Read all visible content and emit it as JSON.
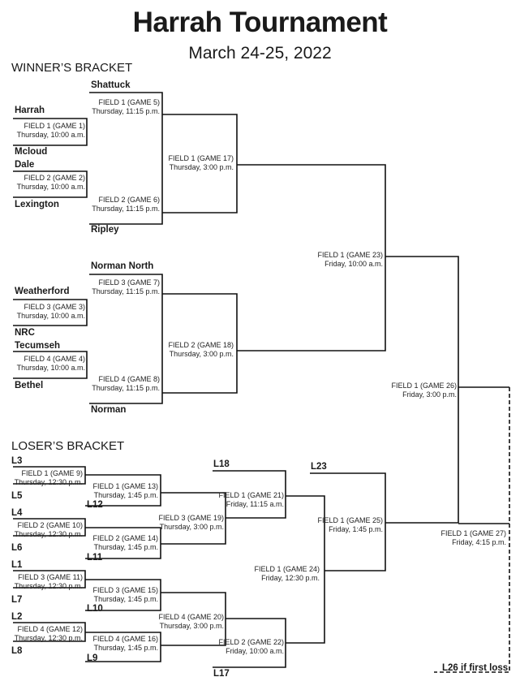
{
  "title": "Harrah Tournament",
  "subtitle": "March 24-25, 2022",
  "winners": {
    "heading": "WINNER’S BRACKET",
    "teams": {
      "shattuck": "Shattuck",
      "harrah": "Harrah",
      "mcloud": "Mcloud",
      "dale": "Dale",
      "lexington": "Lexington",
      "ripley": "Ripley",
      "norman_north": "Norman North",
      "weatherford": "Weatherford",
      "nrc": "NRC",
      "tecumseh": "Tecumseh",
      "bethel": "Bethel",
      "norman": "Norman"
    },
    "games": {
      "g1": {
        "field": "FIELD 1 (GAME 1)",
        "time": "Thursday, 10:00 a.m."
      },
      "g2": {
        "field": "FIELD 2 (GAME 2)",
        "time": "Thursday, 10:00 a.m."
      },
      "g3": {
        "field": "FIELD 3 (GAME 3)",
        "time": "Thursday, 10:00 a.m."
      },
      "g4": {
        "field": "FIELD 4 (GAME 4)",
        "time": "Thursday, 10:00 a.m."
      },
      "g5": {
        "field": "FIELD 1 (GAME 5)",
        "time": "Thursday, 11:15 p.m."
      },
      "g6": {
        "field": "FIELD 2 (GAME 6)",
        "time": "Thursday, 11:15 p.m."
      },
      "g7": {
        "field": "FIELD 3 (GAME 7)",
        "time": "Thursday, 11:15 p.m."
      },
      "g8": {
        "field": "FIELD 4 (GAME 8)",
        "time": "Thursday, 11:15 p.m."
      },
      "g17": {
        "field": "FIELD 1 (GAME 17)",
        "time": "Thursday, 3:00 p.m."
      },
      "g18": {
        "field": "FIELD 2 (GAME 18)",
        "time": "Thursday, 3:00 p.m."
      },
      "g23": {
        "field": "FIELD 1 (GAME 23)",
        "time": "Friday, 10:00 a.m."
      },
      "g26": {
        "field": "FIELD 1 (GAME 26)",
        "time": "Friday, 3:00 p.m."
      }
    }
  },
  "losers": {
    "heading": "LOSER’S BRACKET",
    "slots": {
      "l3": "L3",
      "l5": "L5",
      "l4": "L4",
      "l6": "L6",
      "l1": "L1",
      "l7": "L7",
      "l2": "L2",
      "l8": "L8",
      "l12": "L12",
      "l11": "L11",
      "l10": "L10",
      "l9": "L9",
      "l18": "L18",
      "l17": "L17",
      "l23": "L23"
    },
    "games": {
      "g9": {
        "field": "FIELD 1 (GAME 9)",
        "time": "Thursday, 12:30 p.m."
      },
      "g10": {
        "field": "FIELD 2 (GAME 10)",
        "time": "Thursday, 12:30 p.m."
      },
      "g11": {
        "field": "FIELD 3 (GAME 11)",
        "time": "Thursday, 12:30 p.m."
      },
      "g12": {
        "field": "FIELD 4 (GAME 12)",
        "time": "Thursday, 12:30 p.m."
      },
      "g13": {
        "field": "FIELD 1 (GAME 13)",
        "time": "Thursday, 1:45 p.m."
      },
      "g14": {
        "field": "FIELD 2 (GAME 14)",
        "time": "Thursday, 1:45 p.m."
      },
      "g15": {
        "field": "FIELD 3 (GAME 15)",
        "time": "Thursday, 1:45 p.m."
      },
      "g16": {
        "field": "FIELD 4 (GAME 16)",
        "time": "Thursday, 1:45 p.m."
      },
      "g19": {
        "field": "FIELD 3 (GAME 19)",
        "time": "Thursday, 3:00 p.m."
      },
      "g20": {
        "field": "FIELD 4 (GAME 20)",
        "time": "Thursday, 3:00 p.m."
      },
      "g21": {
        "field": "FIELD 1 (GAME 21)",
        "time": "Friday, 11:15 a.m."
      },
      "g22": {
        "field": "FIELD 2 (GAME 22)",
        "time": "Friday, 10:00 a.m."
      },
      "g24": {
        "field": "FIELD 1 (GAME 24)",
        "time": "Friday, 12:30 p.m."
      },
      "g25": {
        "field": "FIELD 1 (GAME 25)",
        "time": "Friday, 1:45 p.m."
      },
      "g27": {
        "field": "FIELD 1 (GAME 27)",
        "time": "Friday, 4:15 p.m."
      }
    }
  },
  "footnote": "L26 if first loss"
}
